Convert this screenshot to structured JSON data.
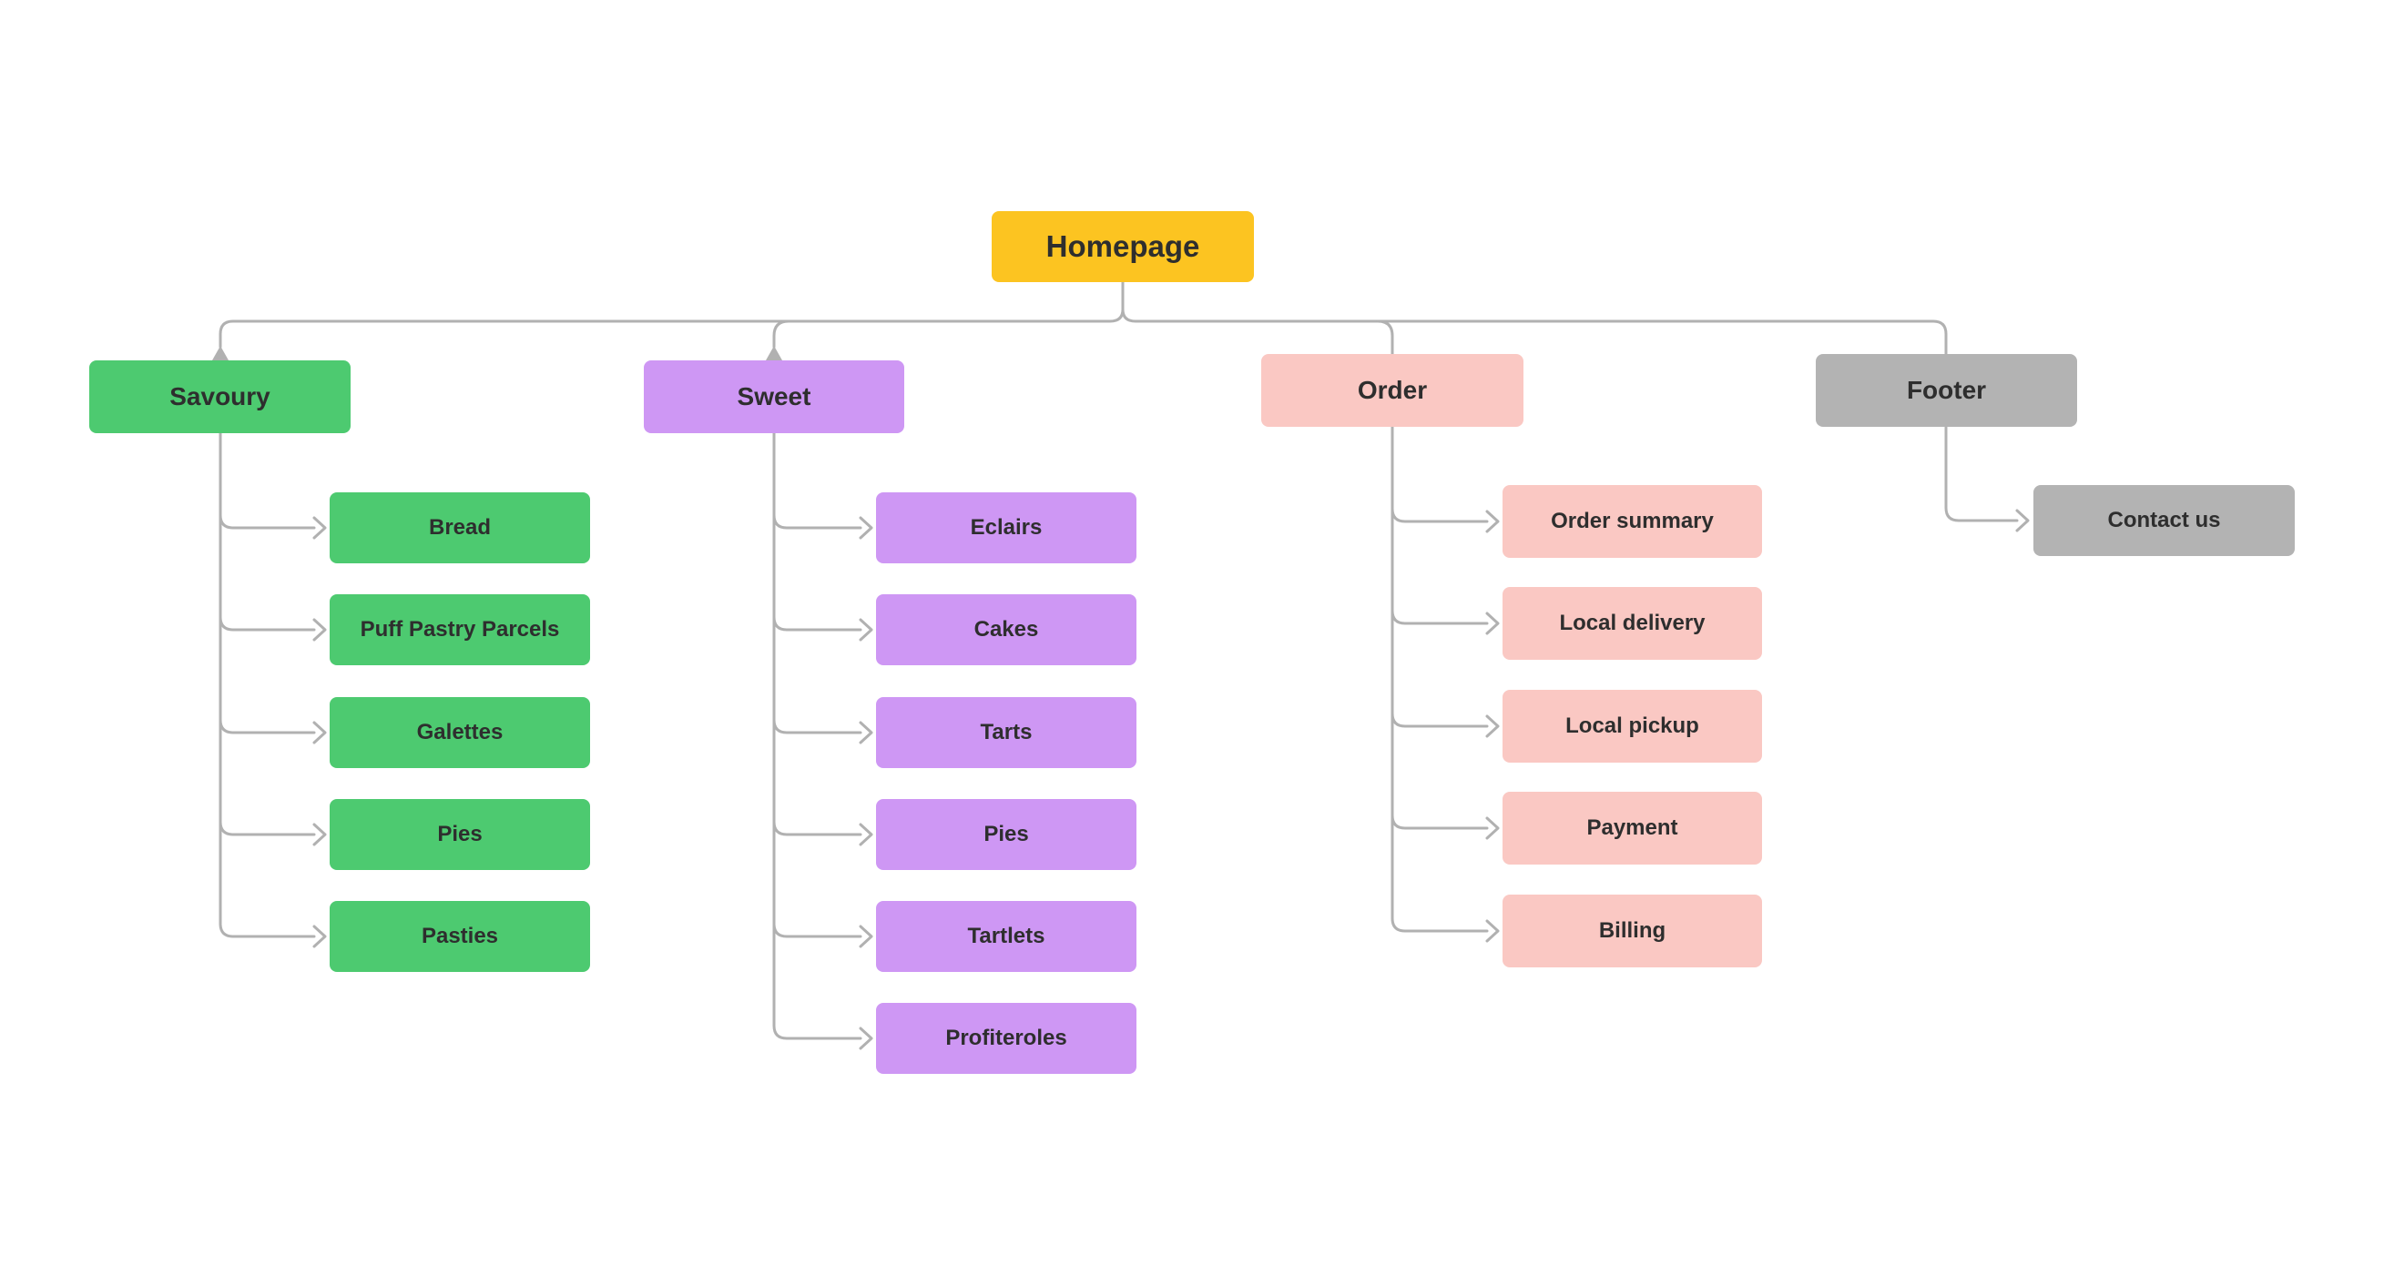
{
  "diagram": {
    "type": "sitemap-flowchart",
    "background": "#FFFFFF",
    "connector_color": "#B1B1B1",
    "text_color": "#2E2E2E",
    "root": {
      "label": "Homepage",
      "color": "#FCC421"
    },
    "branches": [
      {
        "label": "Savoury",
        "color": "#4DCA70",
        "children": [
          "Bread",
          "Puff Pastry Parcels",
          "Galettes",
          "Pies",
          "Pasties"
        ]
      },
      {
        "label": "Sweet",
        "color": "#CE97F4",
        "children": [
          "Eclairs",
          "Cakes",
          "Tarts",
          "Pies",
          "Tartlets",
          "Profiteroles"
        ]
      },
      {
        "label": "Order",
        "color": "#FAC8C3",
        "children": [
          "Order summary",
          "Local delivery",
          "Local pickup",
          "Payment",
          "Billing"
        ]
      },
      {
        "label": "Footer",
        "color": "#B3B3B3",
        "children": [
          "Contact us"
        ]
      }
    ]
  }
}
